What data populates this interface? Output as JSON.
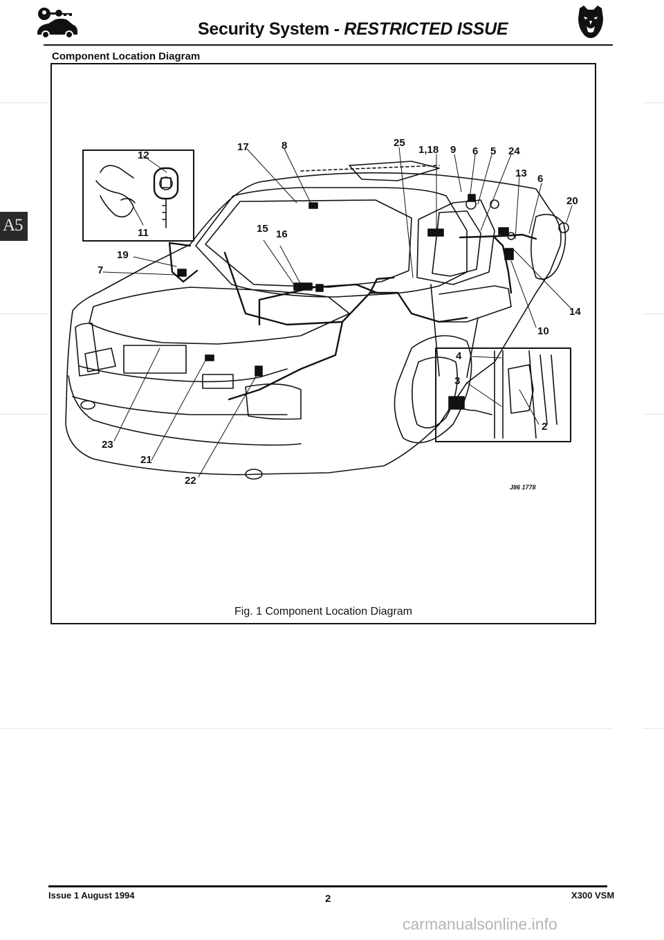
{
  "header": {
    "title_main": "Security System - ",
    "title_issue": "RESTRICTED ISSUE",
    "car_icon": "car-with-key-icon",
    "brand_icon": "jaguar-head-icon"
  },
  "section_heading": "Component Location Diagram",
  "section_tab": "A5",
  "figure": {
    "caption": "Fig. 1 Component Location Diagram",
    "ref": "J86 1778",
    "callouts": {
      "c17": "17",
      "c8a": "8",
      "c25": "25",
      "c1_18": "1,18",
      "c9": "9",
      "c6a": "6",
      "c5": "5",
      "c24": "24",
      "c12": "12",
      "c11": "11",
      "c13": "13",
      "c6b": "6",
      "c20": "20",
      "c15": "15",
      "c16": "16",
      "c19": "19",
      "c7": "7",
      "c14": "14",
      "c10": "10",
      "c4": "4",
      "c3": "3",
      "c2": "2",
      "c23": "23",
      "c21": "21",
      "c22": "22"
    }
  },
  "footer": {
    "issue": "Issue 1 August 1994",
    "page": "2",
    "doc": "X300 VSM"
  },
  "watermark": "carmanualsonline.info"
}
